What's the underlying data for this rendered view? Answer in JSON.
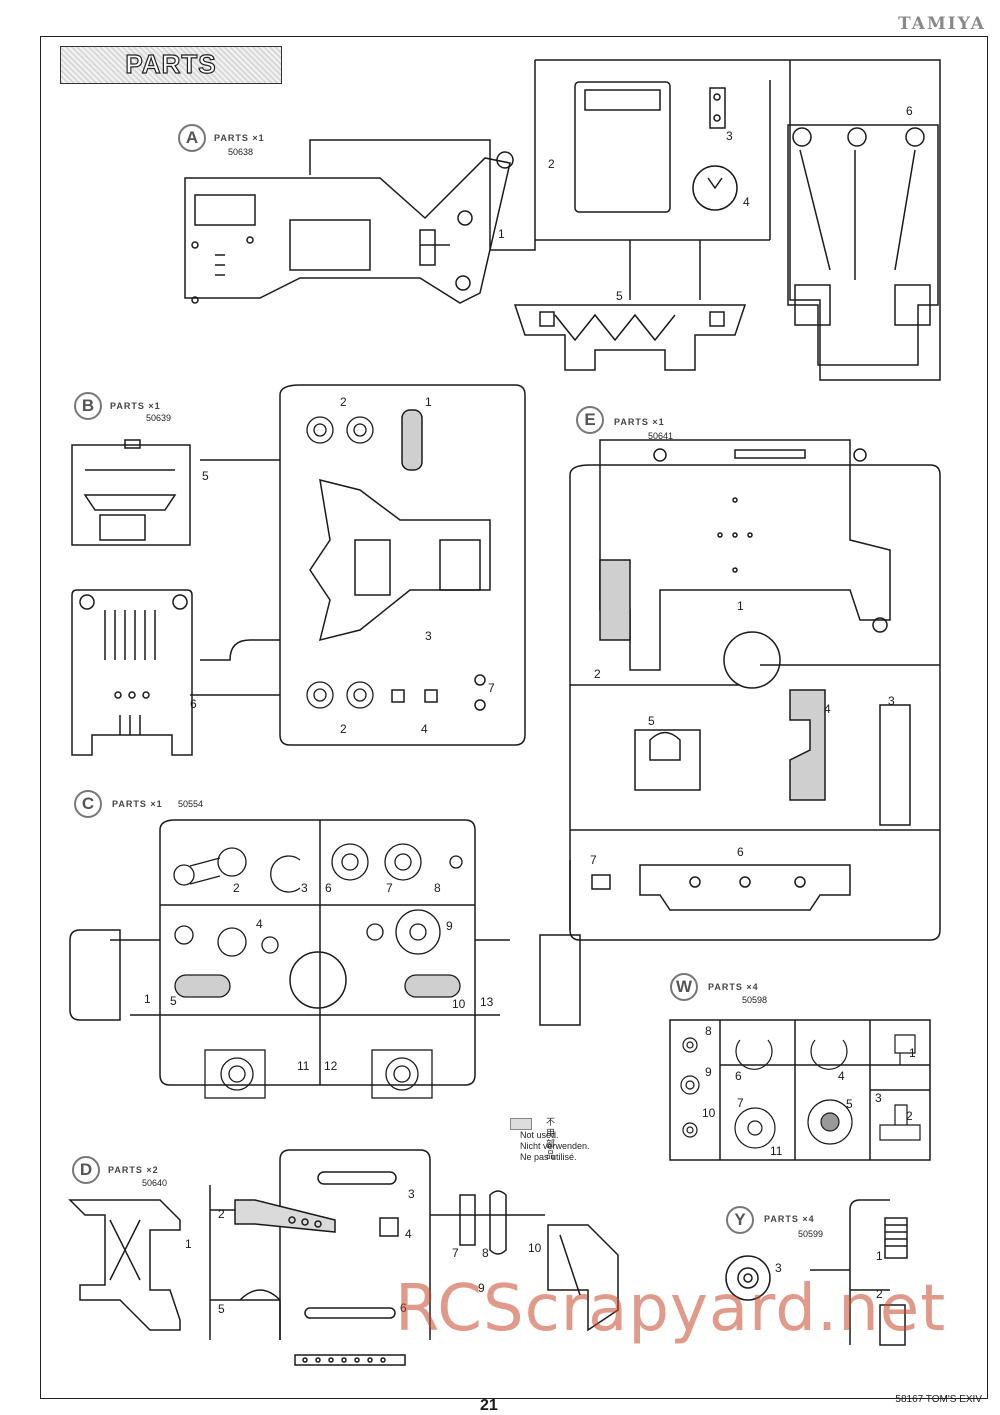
{
  "page": {
    "brand": "TAMIYA",
    "header": "PARTS",
    "page_number": "21",
    "model_code": "58167 TOM'S EXIV",
    "watermark": "RCScrapyard.net"
  },
  "legend": {
    "jp": "不用部品",
    "en": "Not used.",
    "de": "Nicht verwenden.",
    "fr": "Ne pas utilisé."
  },
  "sheets": [
    {
      "letter": "A",
      "title": "PARTS ×1",
      "code": "50638",
      "parts": [
        "1",
        "2",
        "3",
        "4",
        "5",
        "6"
      ]
    },
    {
      "letter": "B",
      "title": "PARTS ×1",
      "code": "50639",
      "parts": [
        "1",
        "2",
        "3",
        "4",
        "5",
        "6",
        "7"
      ]
    },
    {
      "letter": "E",
      "title": "PARTS ×1",
      "code": "50641",
      "parts": [
        "1",
        "2",
        "3",
        "4",
        "5",
        "6",
        "7"
      ]
    },
    {
      "letter": "C",
      "title": "PARTS ×1",
      "code": "50554",
      "parts": [
        "1",
        "2",
        "3",
        "4",
        "5",
        "6",
        "7",
        "8",
        "9",
        "10",
        "11",
        "12",
        "13"
      ]
    },
    {
      "letter": "W",
      "title": "PARTS ×4",
      "code": "50598",
      "parts": [
        "1",
        "2",
        "3",
        "4",
        "5",
        "6",
        "7",
        "8",
        "9",
        "10",
        "11"
      ]
    },
    {
      "letter": "D",
      "title": "PARTS ×2",
      "code": "50640",
      "parts": [
        "1",
        "2",
        "3",
        "4",
        "5",
        "6",
        "7",
        "8",
        "9",
        "10"
      ]
    },
    {
      "letter": "Y",
      "title": "PARTS ×4",
      "code": "50599",
      "parts": [
        "1",
        "2",
        "3"
      ]
    }
  ]
}
